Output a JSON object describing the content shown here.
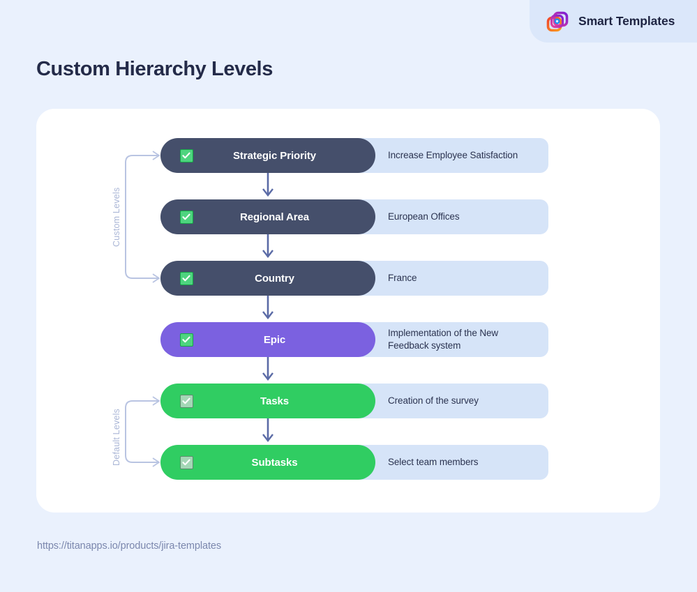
{
  "brand": {
    "name": "Smart Templates",
    "logo_icon": "smart-templates-logo-icon",
    "badge_bg": "#dbe7fa",
    "logo_colors": {
      "orange": "#fb9a1e",
      "pink": "#e8409a",
      "purple": "#7a1fd4",
      "blue": "#1d8df2",
      "red": "#f0462d"
    }
  },
  "page": {
    "title": "Custom Hierarchy Levels",
    "background": "#eaf1fd",
    "card_background": "#ffffff",
    "footer_url": "https://titanapps.io/products/jira-templates"
  },
  "diagram": {
    "groups": [
      {
        "label": "Custom Levels",
        "rows": [
          0,
          1,
          2
        ]
      },
      {
        "label": "Default Levels",
        "rows": [
          4,
          5
        ]
      }
    ],
    "connector_color": "#5b6ba6",
    "bracket_color": "#b9c4e2",
    "rows": [
      {
        "level": "Strategic Priority",
        "description": "Increase Employee Satisfaction",
        "pill_color": "#454f6b",
        "pill_style": "dark",
        "checkbox_icon": "checked-checkbox-icon",
        "checkbox_style": "bright"
      },
      {
        "level": "Regional Area",
        "description": "European Offices",
        "pill_color": "#454f6b",
        "pill_style": "dark",
        "checkbox_icon": "checked-checkbox-icon",
        "checkbox_style": "bright"
      },
      {
        "level": "Country",
        "description": "France",
        "pill_color": "#454f6b",
        "pill_style": "dark",
        "checkbox_icon": "checked-checkbox-icon",
        "checkbox_style": "bright"
      },
      {
        "level": "Epic",
        "description": "Implementation of the New\nFeedback system",
        "pill_color": "#7b61e0",
        "pill_style": "epic",
        "checkbox_icon": "checked-checkbox-icon",
        "checkbox_style": "bright"
      },
      {
        "level": "Tasks",
        "description": "Creation of the survey",
        "pill_color": "#30cd62",
        "pill_style": "green",
        "checkbox_icon": "checked-checkbox-icon",
        "checkbox_style": "muted"
      },
      {
        "level": "Subtasks",
        "description": "Select team members",
        "pill_color": "#30cd62",
        "pill_style": "green",
        "checkbox_icon": "checked-checkbox-icon",
        "checkbox_style": "muted"
      }
    ]
  }
}
